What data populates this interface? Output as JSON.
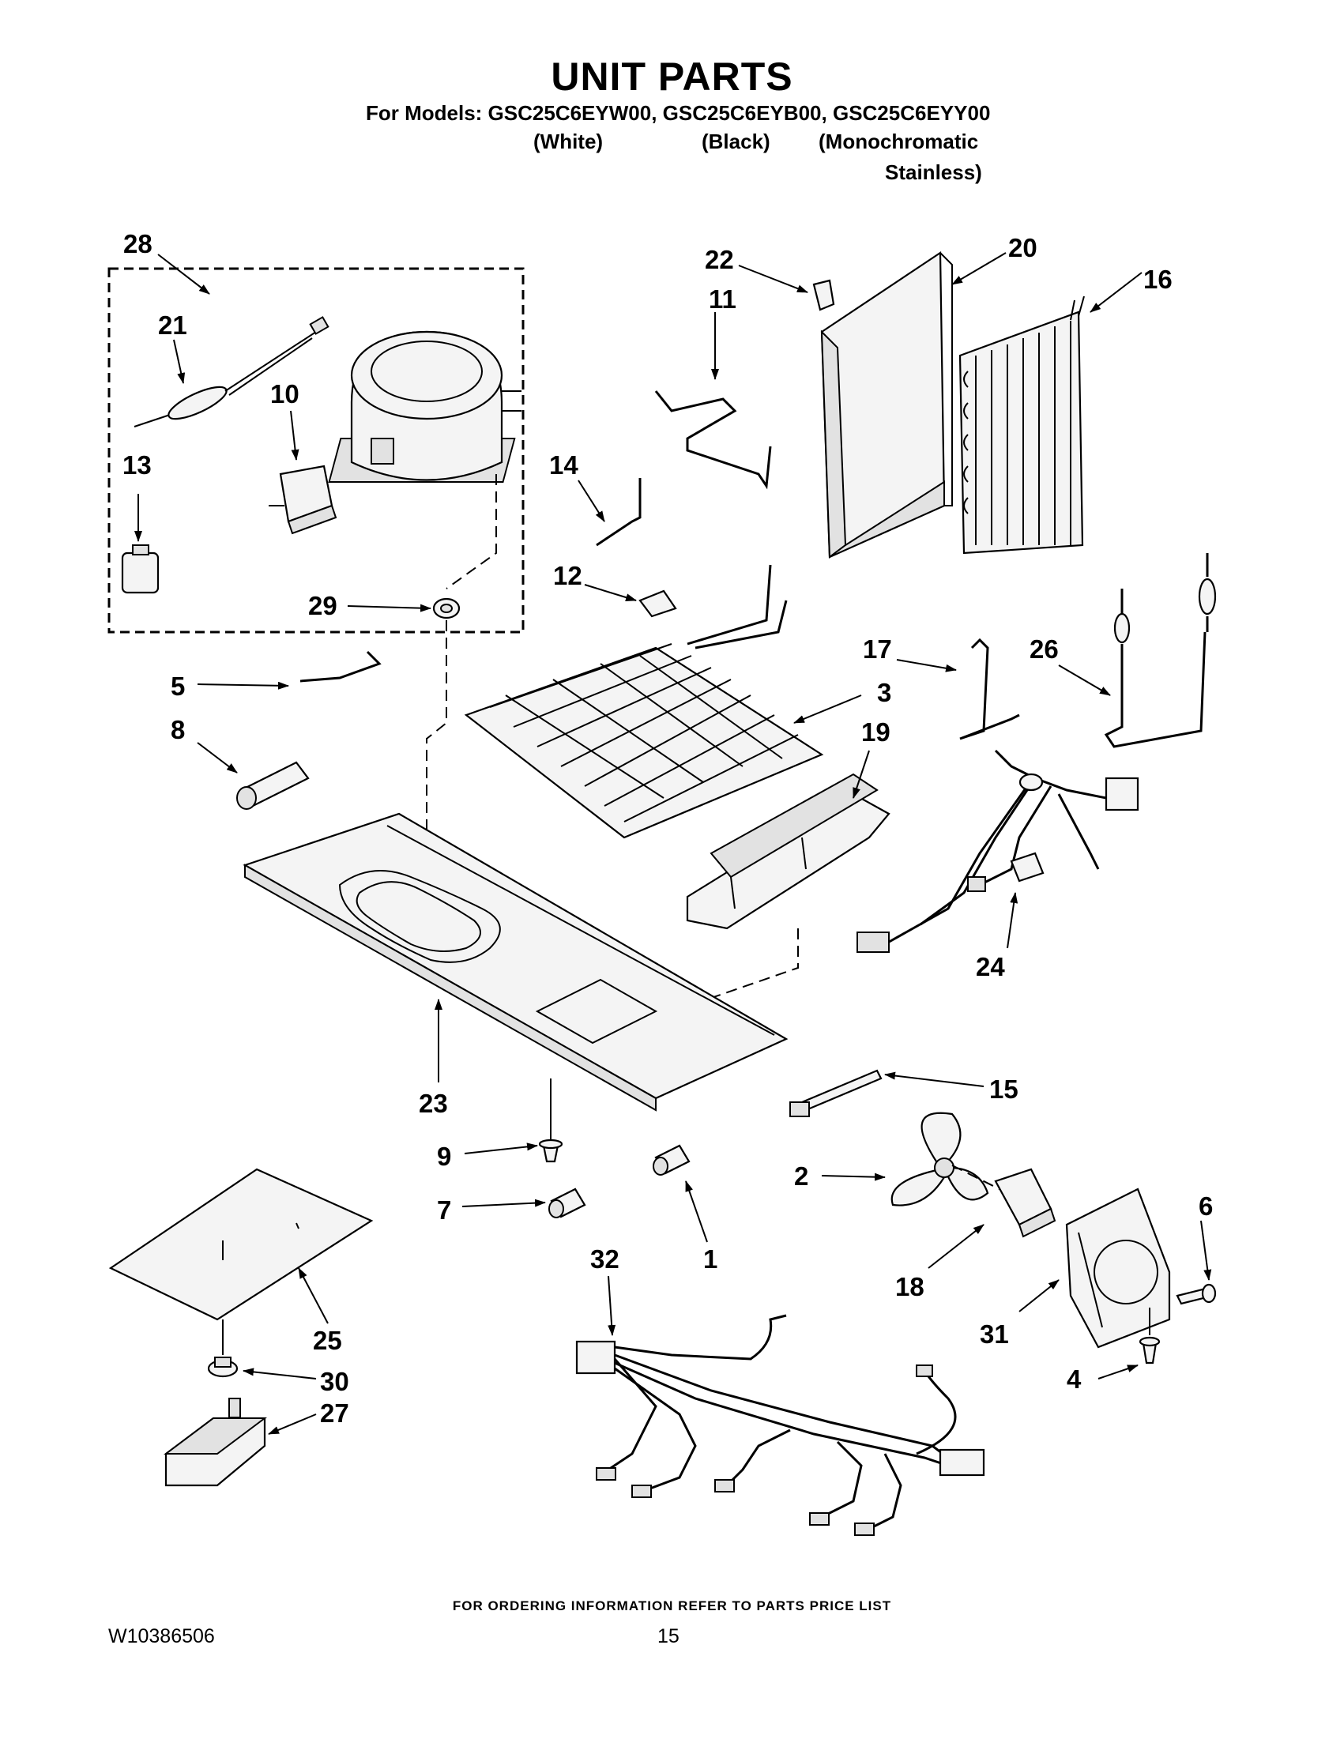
{
  "page": {
    "title": "UNIT PARTS",
    "models_line": "For Models: GSC25C6EYW00, GSC25C6EYB00, GSC25C6EYY00",
    "model_colors": [
      "(White)",
      "(Black)",
      "(Monochromatic",
      "Stainless)"
    ],
    "footer_note": "FOR ORDERING INFORMATION REFER TO PARTS PRICE LIST",
    "doc_number": "W10386506",
    "page_number": "15"
  },
  "callouts": {
    "c1": "1",
    "c2": "2",
    "c3": "3",
    "c4": "4",
    "c5": "5",
    "c6": "6",
    "c7": "7",
    "c8": "8",
    "c9": "9",
    "c10": "10",
    "c11": "11",
    "c12": "12",
    "c13": "13",
    "c14": "14",
    "c15": "15",
    "c16": "16",
    "c17": "17",
    "c18": "18",
    "c19": "19",
    "c20": "20",
    "c21": "21",
    "c22": "22",
    "c23": "23",
    "c24": "24",
    "c25": "25",
    "c26": "26",
    "c27": "27",
    "c28": "28",
    "c29": "29",
    "c30": "30",
    "c31": "31",
    "c32": "32"
  }
}
